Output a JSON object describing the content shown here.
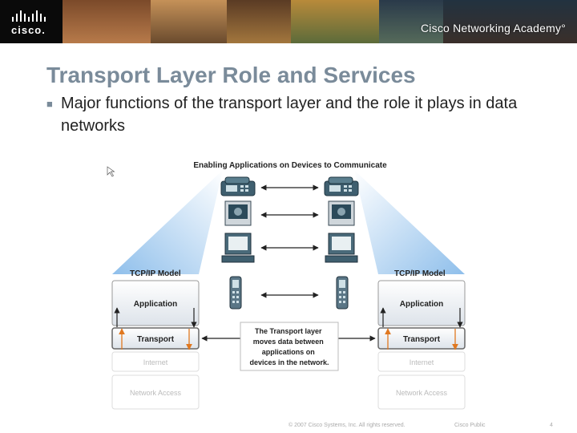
{
  "header": {
    "brand": "cisco.",
    "academy": "Cisco Networking Academy°"
  },
  "slide": {
    "title": "Transport Layer Role and Services",
    "bullet": "Major functions of the transport layer and the role it plays in data networks"
  },
  "diagram": {
    "heading": "Enabling Applications on Devices  to Communicate",
    "left_model": {
      "title": "TCP/IP Model",
      "layers": [
        "Application",
        "Transport",
        "Internet",
        "Network Access"
      ]
    },
    "right_model": {
      "title": "TCP/IP Model",
      "layers": [
        "Application",
        "Transport",
        "Internet",
        "Network Access"
      ]
    },
    "callout": [
      "The Transport layer",
      "moves data between",
      "applications on",
      "devices in the network."
    ],
    "device_icons": [
      "ip-phone-icon",
      "video-monitor-icon",
      "computer-icon",
      "handheld-phone-icon"
    ],
    "colors": {
      "accent_orange": "#e07820",
      "arrow_dark": "#222222",
      "triangle_blue": "#9cc7ee",
      "title_gray": "#7a8b9a"
    }
  },
  "footer": {
    "copyright": "© 2007 Cisco Systems, Inc. All rights reserved.",
    "classification": "Cisco Public",
    "page_number": "4"
  }
}
